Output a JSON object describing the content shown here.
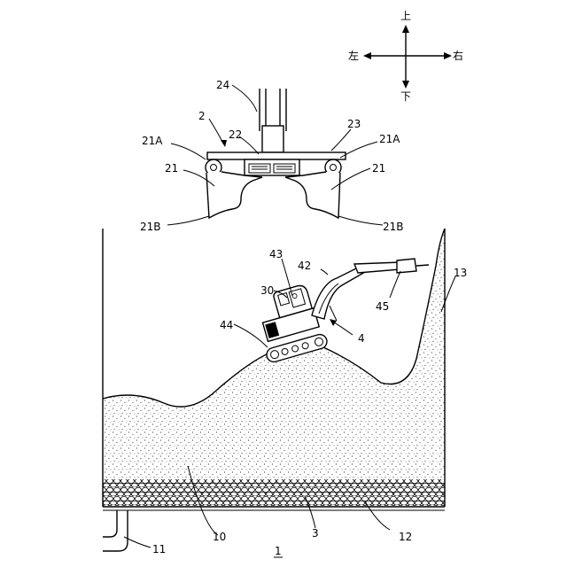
{
  "directions": {
    "up": "上",
    "down": "下",
    "left": "左",
    "right": "右"
  },
  "labels": {
    "n24": "24",
    "n2": "2",
    "n22": "22",
    "n23": "23",
    "n21A_left": "21A",
    "n21A_right": "21A",
    "n21_left": "21",
    "n21_right": "21",
    "n21B_left": "21B",
    "n21B_right": "21B",
    "n13": "13",
    "n43": "43",
    "n42": "42",
    "n30": "30",
    "n45": "45",
    "n44": "44",
    "n4": "4",
    "n10": "10",
    "n3": "3",
    "n12": "12",
    "n11": "11",
    "n1": "1"
  }
}
